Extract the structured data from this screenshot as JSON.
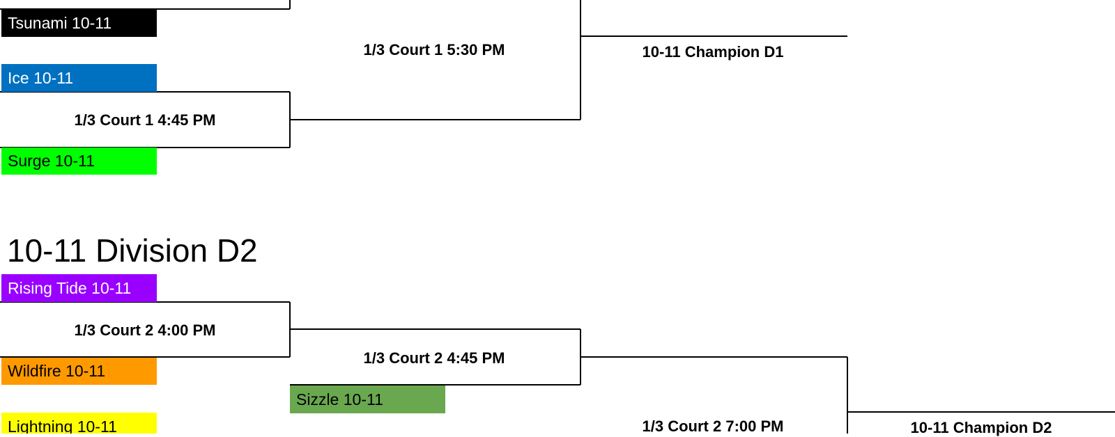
{
  "division_d1": {
    "teams": [
      {
        "name": "Tsunami 10-11",
        "color": "#000000"
      },
      {
        "name": "Ice 10-11",
        "color": "#0070C0"
      },
      {
        "name": "Surge 10-11",
        "color": "#00FF00"
      }
    ],
    "games": [
      {
        "label": "1/3 Court 1 5:30 PM"
      },
      {
        "label": "1/3 Court 1 4:45 PM"
      }
    ],
    "champion": "10-11 Champion D1"
  },
  "division_d2": {
    "title": "10-11 Division D2",
    "teams": [
      {
        "name": "Rising Tide 10-11",
        "color": "#9900FF"
      },
      {
        "name": "Wildfire 10-11",
        "color": "#FF9900"
      },
      {
        "name": "Sizzle 10-11",
        "color": "#6AA84F"
      },
      {
        "name": "Lightning 10-11",
        "color": "#FFFF00"
      }
    ],
    "games": [
      {
        "label": "1/3 Court 2 4:00 PM"
      },
      {
        "label": "1/3 Court 2 4:45 PM"
      },
      {
        "label": "1/3 Court 2 7:00 PM"
      }
    ],
    "champion": "10-11 Champion D2"
  }
}
